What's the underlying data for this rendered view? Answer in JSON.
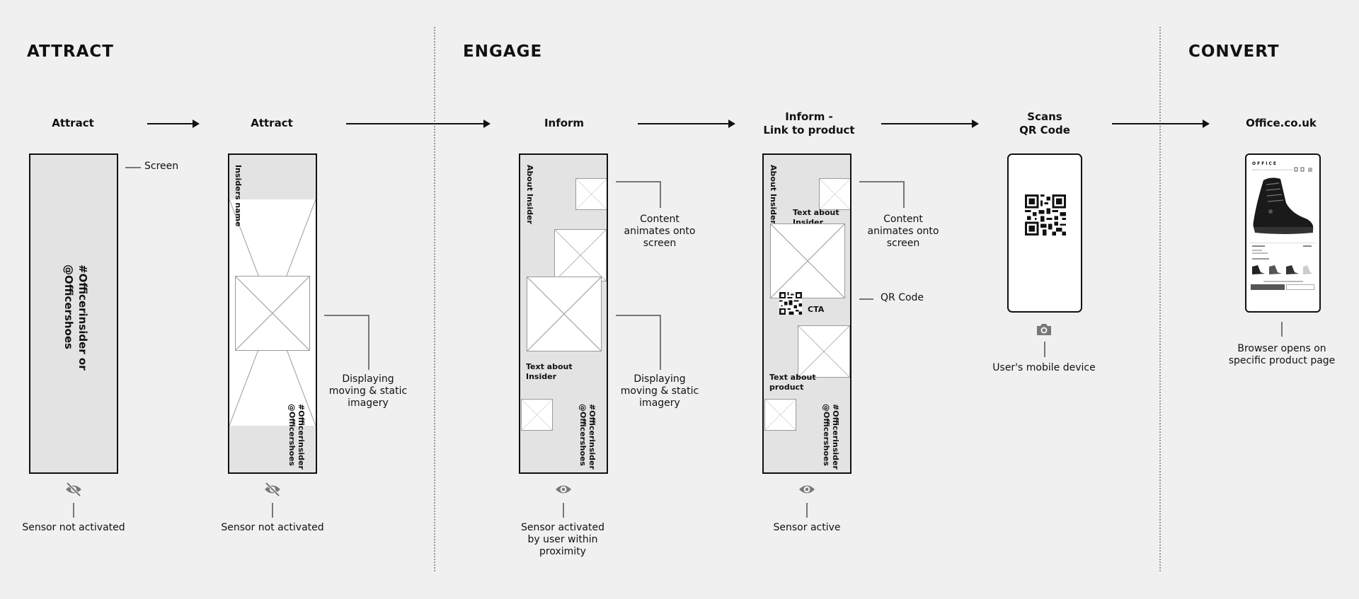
{
  "phases": {
    "attract": "ATTRACT",
    "engage": "ENGAGE",
    "convert": "CONVERT"
  },
  "steps": {
    "s1": "Attract",
    "s2": "Attract",
    "s3": "Inform",
    "s4_line1": "Inform -",
    "s4_line2": "Link to product",
    "s5_line1": "Scans",
    "s5_line2": "QR Code",
    "s6": "Office.co.uk"
  },
  "screen1": {
    "hashtag_line1": "#Officerinsider or",
    "hashtag_line2": "@Officershoes",
    "annotation": "Screen"
  },
  "screen2": {
    "name_label": "Insiders name",
    "hashtag_line1": "#Officerinsider",
    "hashtag_line2": "@Officershoes"
  },
  "screen3": {
    "about_label": "About Insider",
    "text_label_line1": "Text about",
    "text_label_line2": "Insider",
    "hashtag_line1": "#Officerinsider",
    "hashtag_line2": "@Officershoes"
  },
  "screen4": {
    "about_label": "About Insider",
    "text_label_line1": "Text about",
    "text_label_line2": "Insider",
    "cta": "CTA",
    "product_line1": "Text about",
    "product_line2": "product",
    "hashtag_line1": "#Officerinsider",
    "hashtag_line2": "@Officershoes"
  },
  "annotations": {
    "displaying_2": [
      "Displaying",
      "moving & static",
      "imagery"
    ],
    "content_3": [
      "Content",
      "animates onto",
      "screen"
    ],
    "displaying_3": [
      "Displaying",
      "moving & static",
      "imagery"
    ],
    "content_4": [
      "Content",
      "animates onto",
      "screen"
    ],
    "qr_code": "QR Code"
  },
  "captions": {
    "c1": "Sensor not activated",
    "c2": "Sensor not activated",
    "c3": [
      "Sensor activated",
      "by user within",
      "proximity"
    ],
    "c4": "Sensor active",
    "c5": "User's mobile device",
    "c6": [
      "Browser opens on",
      "specific product page"
    ]
  },
  "browser": {
    "logo": "OFFICE",
    "search_placeholder": "Search for products, brands and more"
  },
  "icons": {
    "sensor1": "eye-off-icon",
    "sensor2": "eye-off-icon",
    "sensor3": "eye-icon",
    "sensor4": "eye-icon",
    "device": "camera-icon"
  }
}
